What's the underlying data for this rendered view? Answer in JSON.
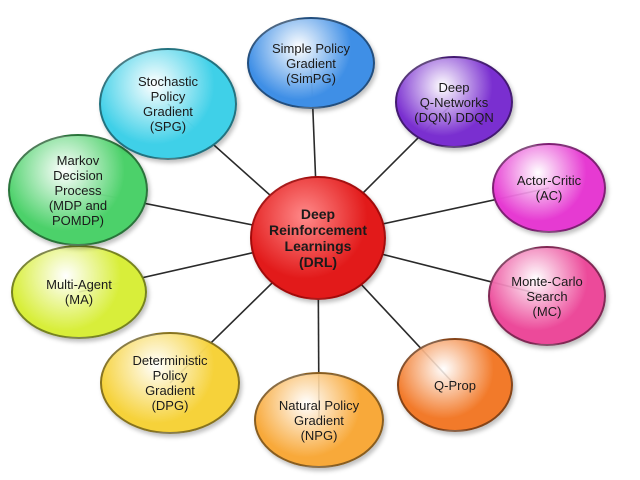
{
  "center": {
    "label": "Deep\nReinforcement\nLearnings\n(DRL)",
    "color": "#e21a1a"
  },
  "nodes": [
    {
      "id": "simpg",
      "label": "Simple Policy\nGradient\n(SimPG)",
      "color": "#3f8fe6"
    },
    {
      "id": "dqn",
      "label": "Deep\nQ-Networks\n(DQN) DDQN",
      "color": "#7a2fd0"
    },
    {
      "id": "ac",
      "label": "Actor-Critic\n(AC)",
      "color": "#e63ad2"
    },
    {
      "id": "mc",
      "label": "Monte-Carlo\nSearch\n(MC)",
      "color": "#ec4a9a"
    },
    {
      "id": "qprop",
      "label": "Q-Prop",
      "color": "#f27a2a"
    },
    {
      "id": "npg",
      "label": "Natural Policy\nGradient\n(NPG)",
      "color": "#f8a93a"
    },
    {
      "id": "dpg",
      "label": "Deterministic\nPolicy\nGradient\n(DPG)",
      "color": "#f6d23a"
    },
    {
      "id": "ma",
      "label": "Multi-Agent\n(MA)",
      "color": "#d8ee3a"
    },
    {
      "id": "mdp",
      "label": "Markov\nDecision\nProcess\n(MDP and\nPOMDP)",
      "color": "#4cd16a"
    },
    {
      "id": "spg",
      "label": "Stochastic\nPolicy\nGradient\n(SPG)",
      "color": "#3fd0e8"
    }
  ]
}
